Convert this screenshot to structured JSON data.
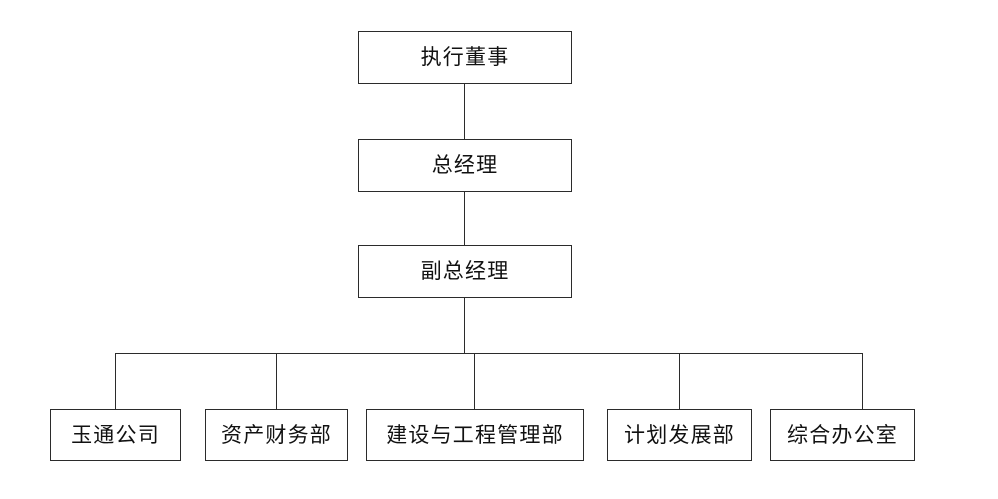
{
  "diagram": {
    "type": "organizational-chart",
    "orientation": "top-down",
    "background_color": "#ffffff",
    "line_color": "#2b2b2b",
    "text_color": "#111111",
    "levels": 4,
    "nodes": [
      {
        "id": "executive-director",
        "label": "执行董事",
        "level": 1,
        "parent": null
      },
      {
        "id": "general-manager",
        "label": "总经理",
        "level": 2,
        "parent": "executive-director"
      },
      {
        "id": "deputy-general-manager",
        "label": "副总经理",
        "level": 3,
        "parent": "general-manager"
      },
      {
        "id": "yutong-company",
        "label": "玉通公司",
        "level": 4,
        "parent": "deputy-general-manager"
      },
      {
        "id": "asset-finance-dept",
        "label": "资产财务部",
        "level": 4,
        "parent": "deputy-general-manager"
      },
      {
        "id": "construction-engineering-dept",
        "label": "建设与工程管理部",
        "level": 4,
        "parent": "deputy-general-manager"
      },
      {
        "id": "planning-development-dept",
        "label": "计划发展部",
        "level": 4,
        "parent": "deputy-general-manager"
      },
      {
        "id": "general-office",
        "label": "综合办公室",
        "level": 4,
        "parent": "deputy-general-manager"
      }
    ]
  }
}
